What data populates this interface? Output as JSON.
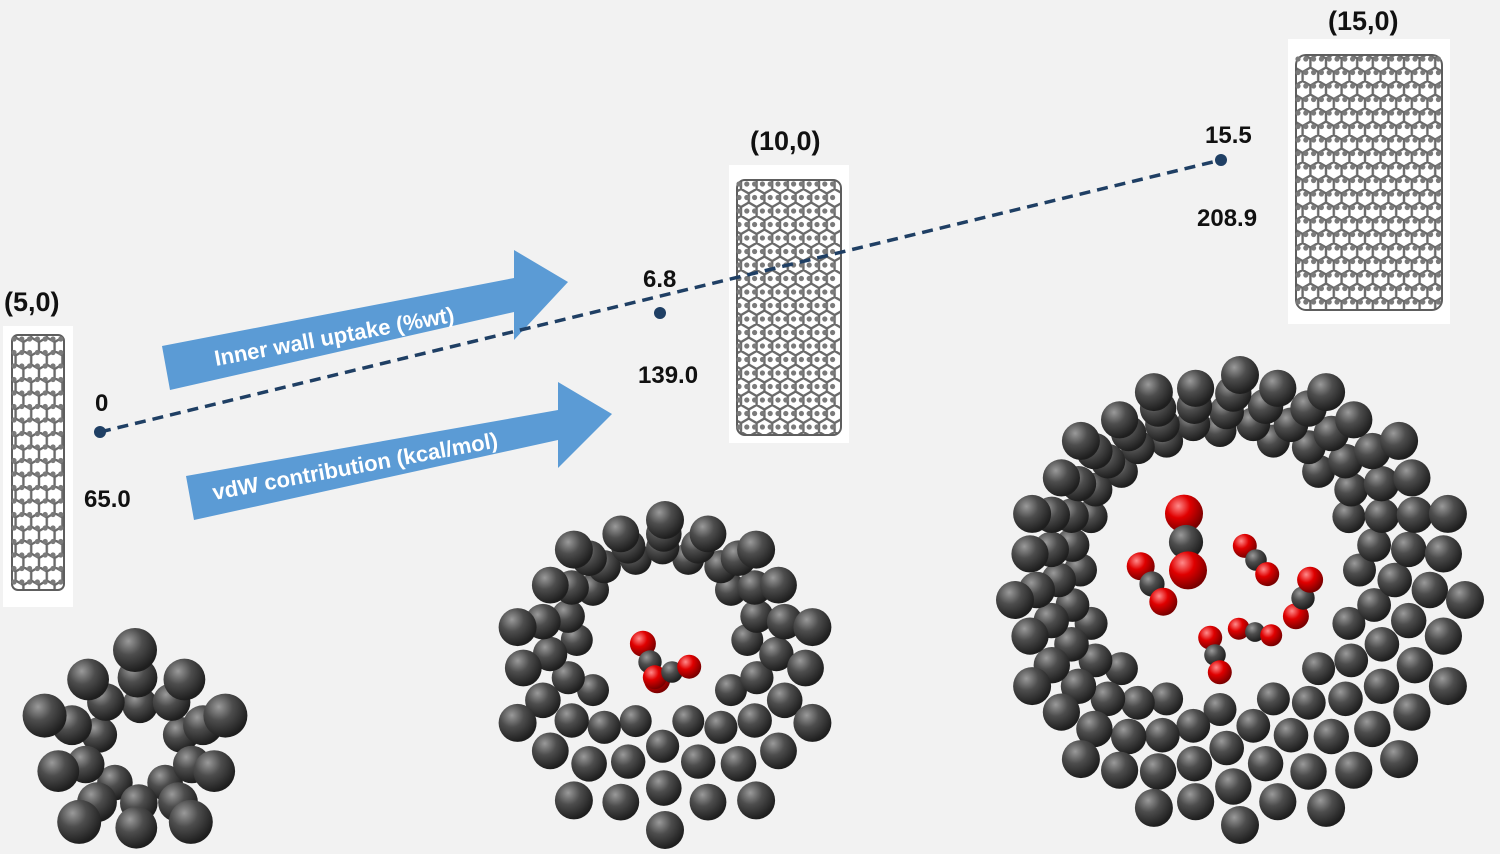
{
  "tubes": [
    {
      "label": "(5,0)",
      "uptake": "0",
      "vdw": "65.0"
    },
    {
      "label": "(10,0)",
      "uptake": "6.8",
      "vdw": "139.0"
    },
    {
      "label": "(15,0)",
      "uptake": "15.5",
      "vdw": "208.9"
    }
  ],
  "arrows": {
    "uptake_label": "Inner wall uptake (%wt)",
    "vdw_label": "vdW contribution (kcal/mol)"
  },
  "colors": {
    "background": "#f2f2f2",
    "arrow_fill": "#5b9bd5",
    "trend_line": "#1f3f64",
    "carbon": "#4a4a4a",
    "oxygen": "#e00000"
  }
}
